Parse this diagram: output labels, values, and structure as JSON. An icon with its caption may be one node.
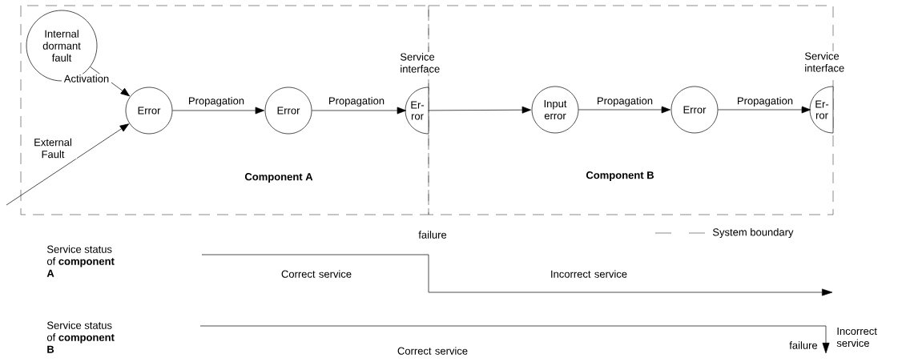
{
  "diagram": {
    "nodes": [
      {
        "text": [
          "Component A"
        ]
      },
      {
        "text": [
          "Component B"
        ]
      },
      {
        "text": [
          "Internal dormant fault"
        ],
        "in": 0
      },
      {
        "text": [
          "Error"
        ],
        "in": 0
      },
      {
        "text": [
          "Error"
        ],
        "in": 0
      },
      {
        "text": [
          "Er- ror"
        ],
        "in": 0,
        "beside": [
          "Service interface"
        ]
      },
      {
        "text": [
          "Input error"
        ],
        "in": 1
      },
      {
        "text": [
          "Error"
        ],
        "in": 1
      },
      {
        "text": [
          "Er- ror"
        ],
        "in": 1,
        "beside": [
          "Service interface"
        ]
      }
    ],
    "edges": [
      {
        "from": 2,
        "to": 3,
        "arrow": "to",
        "label": "Activation"
      },
      {
        "from": null,
        "to": 3,
        "arrow": "to",
        "label": "External Fault"
      },
      {
        "from": 3,
        "to": 4,
        "arrow": "to",
        "label": "Propagation"
      },
      {
        "from": 4,
        "to": 5,
        "arrow": "to",
        "label": "Propagation"
      },
      {
        "from": 5,
        "to": 6,
        "arrow": "to"
      },
      {
        "from": 6,
        "to": 7,
        "arrow": "to",
        "label": "Propagation"
      },
      {
        "from": 7,
        "to": 8,
        "arrow": "to",
        "label": "Propagation"
      }
    ],
    "labels": [
      "failure",
      "Service status of **component A**",
      "Correct service",
      "Incorrect service",
      "Service status of **component B**",
      "Correct service",
      "failure",
      "Incorrect service"
    ],
    "legend": [
      {
        "text": "System boundary"
      }
    ]
  }
}
